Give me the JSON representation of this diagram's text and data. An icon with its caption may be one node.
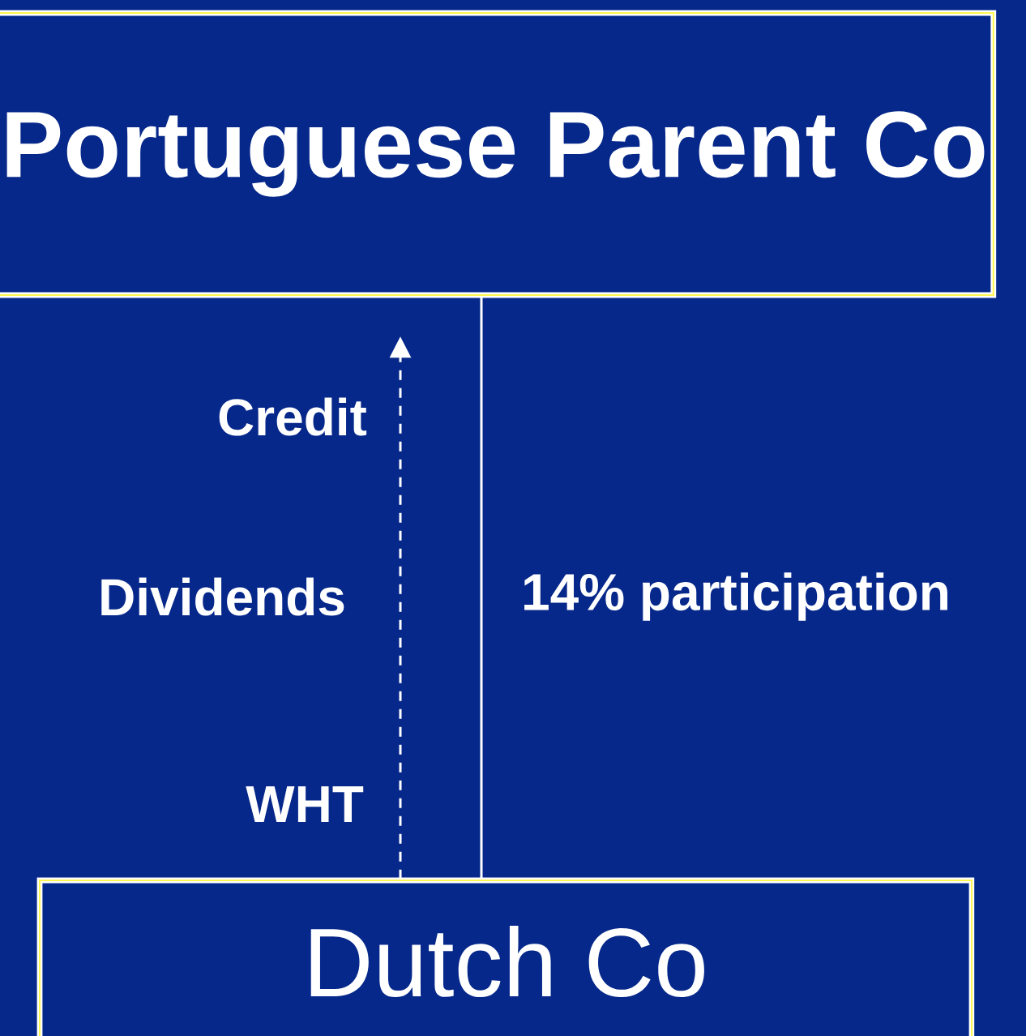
{
  "diagram": {
    "nodes": [
      {
        "text": [
          "Portuguese Parent Co"
        ]
      },
      {
        "text": [
          "Dutch Co"
        ]
      }
    ],
    "edges": [
      {
        "from": 1,
        "to": 0,
        "arrow": "to",
        "style": "dashed",
        "label": "Dividends"
      },
      {
        "from": 0,
        "to": 1,
        "arrow": "none",
        "label": "14% participation"
      }
    ],
    "labels": [
      "Credit",
      "WHT"
    ]
  }
}
